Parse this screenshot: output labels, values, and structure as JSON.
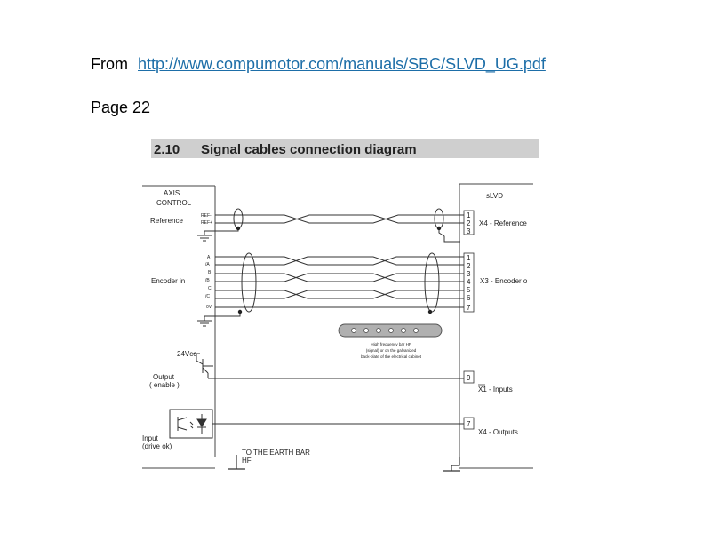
{
  "header": {
    "from_label": "From",
    "url": "http://www.compumotor.com/manuals/SBC/SLVD_UG.pdf",
    "page_label": "Page 22"
  },
  "diagram": {
    "section_number": "2.10",
    "section_title": "Signal cables connection diagram",
    "left": {
      "axis_control_line1": "AXIS",
      "axis_control_line2": "CONTROL",
      "reference": "Reference",
      "ref_minus": "REF-",
      "ref_plus": "REF+",
      "encoder_in": "Encoder in",
      "enc_pins": [
        "A",
        "/A",
        "B",
        "/B",
        "C",
        "/C",
        "0V"
      ],
      "supply": "24Vcc",
      "output_line1": "Output",
      "output_line2": "( enable )",
      "input_line1": "Input",
      "input_line2": "(drive ok)",
      "earth_line1": "TO THE EARTH BAR",
      "earth_line2": "HF"
    },
    "right": {
      "device": "sLVD",
      "x4_ref_pins": [
        "1",
        "2",
        "3"
      ],
      "x4_ref_label": "X4 - Reference",
      "x3_pins": [
        "1",
        "2",
        "3",
        "4",
        "5",
        "6",
        "7"
      ],
      "x3_label": "X3 - Encoder o",
      "x1_pin": "9",
      "x1_label": "X1 - Inputs",
      "x4_out_pin": "7",
      "x4_out_label": "X4 - Outputs"
    },
    "bar_note": [
      "High frequency bar HF",
      "(signal) or on the galvanized",
      "back-plate of the electrical cabinet"
    ],
    "colors": {
      "title_band": "#cfcfcf",
      "link": "#1d6ea8",
      "bar": "#b0b0b0"
    }
  }
}
